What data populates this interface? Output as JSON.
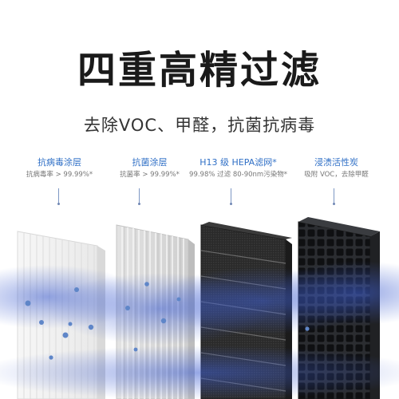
{
  "headline": "四重高精过滤",
  "subheadline": "去除VOC、甲醛，抗菌抗病毒",
  "layers": [
    {
      "name": "抗病毒涂层",
      "desc": "抗病毒率 > 99.99%*"
    },
    {
      "name": "抗菌涂层",
      "desc": "抗菌率 > 99.99%*"
    },
    {
      "name": "H13 级 HEPA滤网*",
      "desc": "99.98% 过滤 80-90nm污染物*"
    },
    {
      "name": "浸渍活性炭",
      "desc": "吸附 VOC，去除甲醛"
    }
  ],
  "colors": {
    "accent": "#2f6fc6",
    "headline": "#1a1a1a",
    "mist": "#3f5fd0"
  }
}
